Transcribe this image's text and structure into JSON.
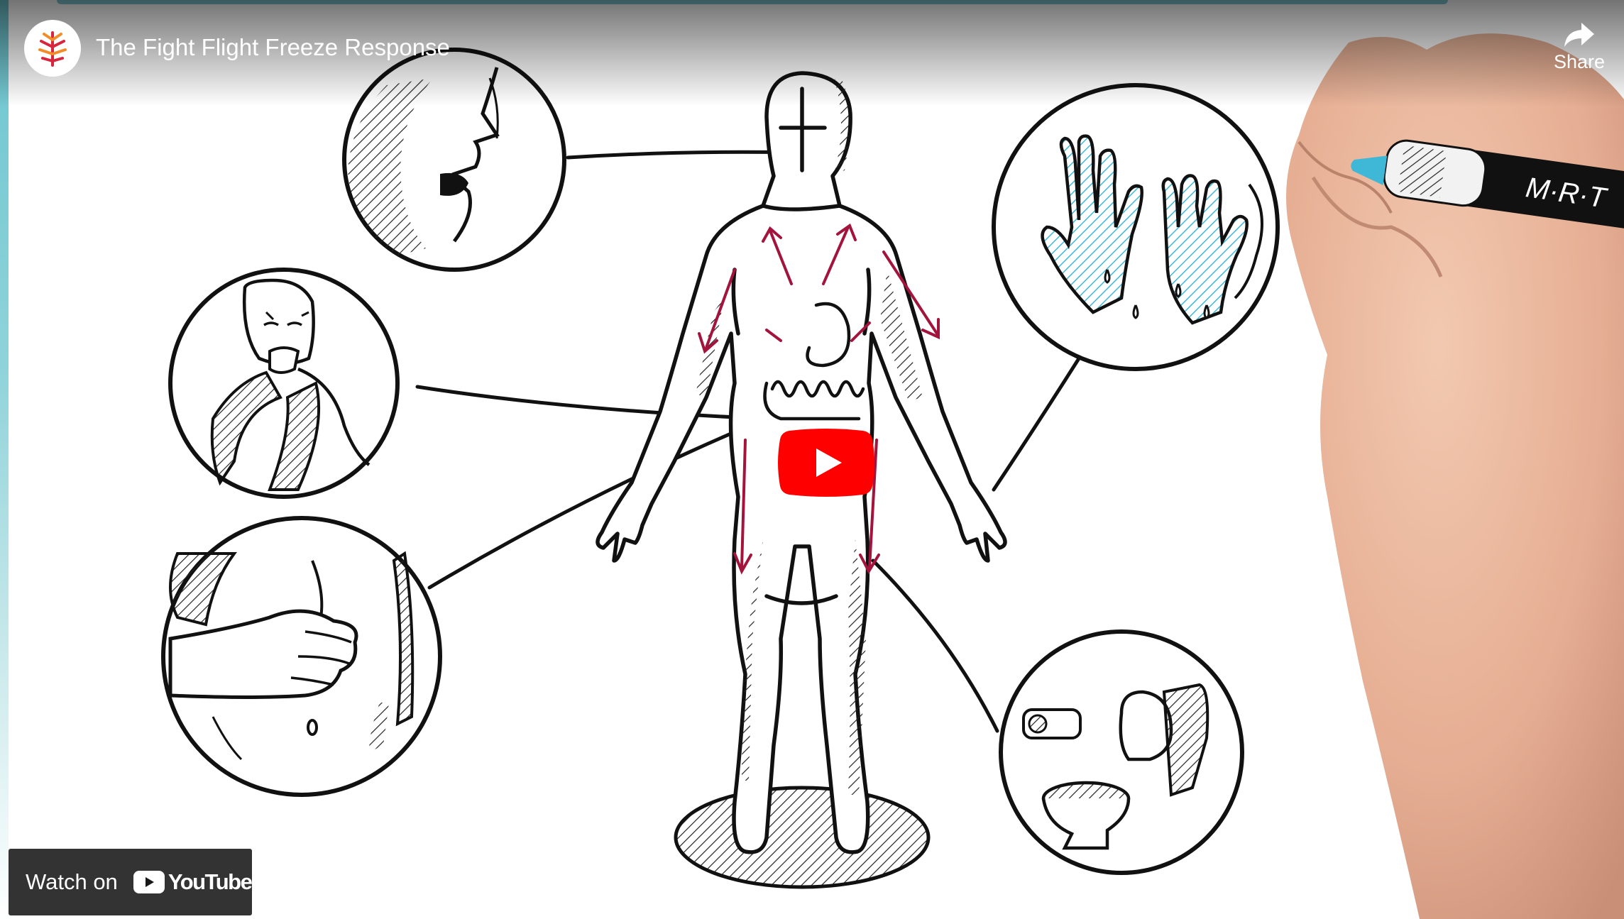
{
  "video": {
    "title": "The Fight Flight Freeze Response",
    "share_label": "Share",
    "watch_on_label": "Watch on",
    "platform_name": "YouTube"
  },
  "icons": {
    "channel": "tree-logo-icon",
    "share": "share-arrow-icon",
    "play": "play-icon",
    "youtube": "youtube-logo-icon"
  },
  "colors": {
    "play_red": "#ff0000",
    "illustration_arrows": "#a3143c",
    "marker_cyan": "#3fb8d8",
    "channel_logo_red": "#d7263d",
    "channel_logo_orange": "#f28c28"
  }
}
